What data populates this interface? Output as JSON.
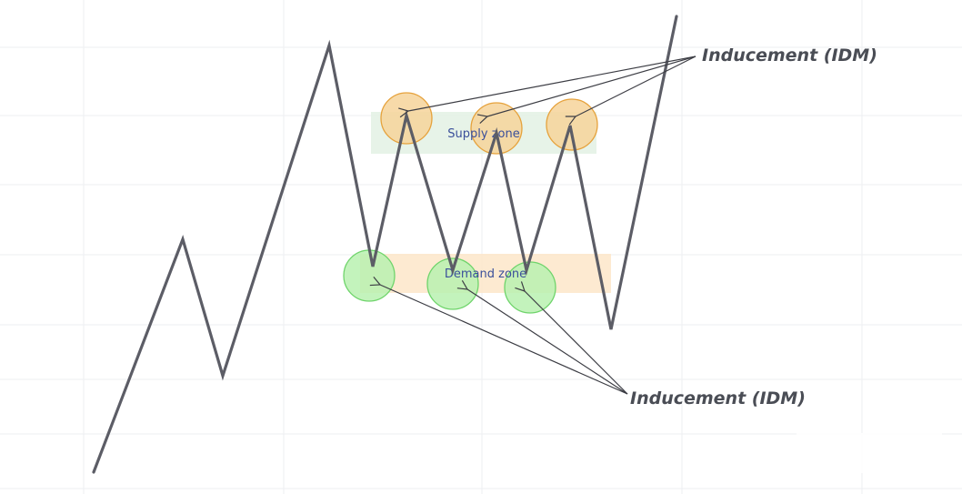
{
  "diagram": {
    "supply_zone_label": "Supply zone",
    "demand_zone_label": "Demand zone",
    "idm_top_label": "Inducement (IDM)",
    "idm_bottom_label": "Inducement (IDM)",
    "colors": {
      "price_line": "#5c5d66",
      "supply_zone_fill": "#e3f1e4",
      "demand_zone_fill": "#fde6c9",
      "supply_circle_fill": "#f6d49a",
      "supply_circle_stroke": "#e6a23c",
      "demand_circle_fill": "#b9f1b0",
      "demand_circle_stroke": "#6fd46b",
      "grid": "#eeeff2",
      "arrow": "#3c3d44"
    }
  }
}
